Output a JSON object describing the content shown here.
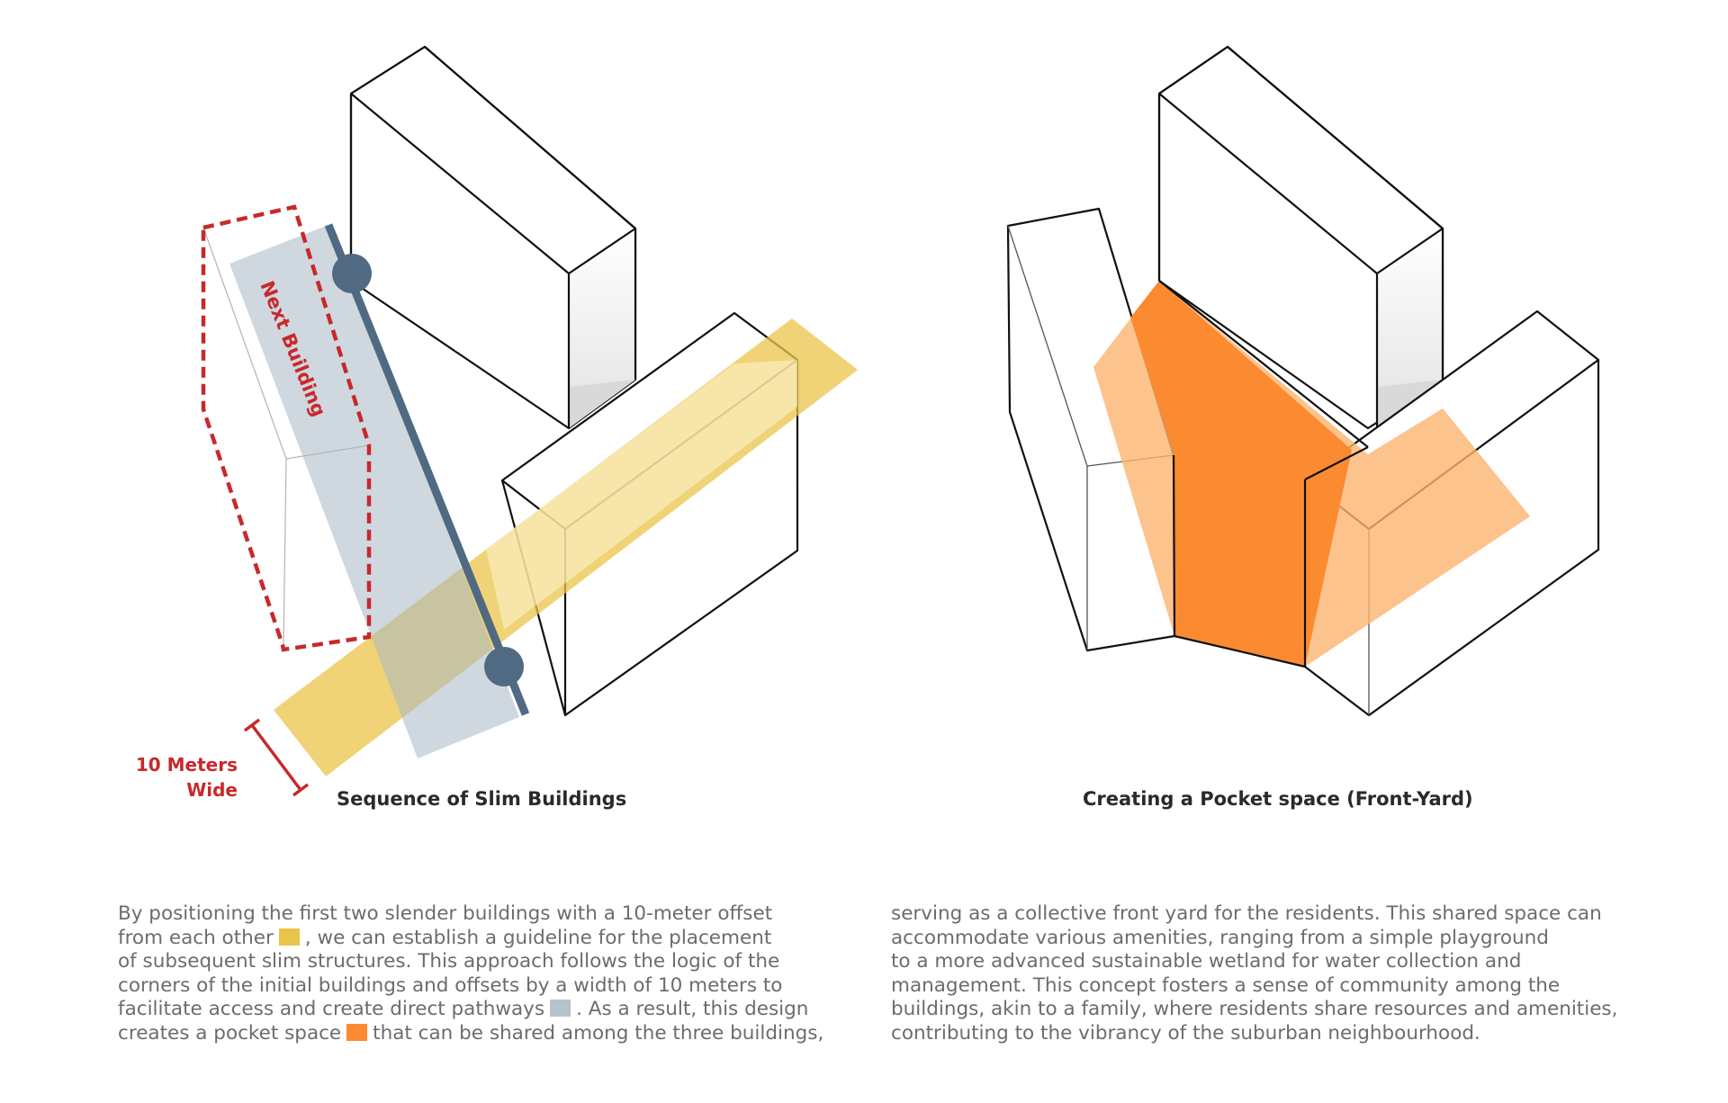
{
  "diagram_left": {
    "caption": "Sequence of Slim Buildings",
    "next_building_label": "Next Building",
    "dimension_label_line1": "10 Meters",
    "dimension_label_line2": "Wide"
  },
  "diagram_right": {
    "caption": "Creating a Pocket space (Front-Yard)"
  },
  "colors": {
    "offset_strip": "#e9c448",
    "pathway": "#b5c3cd",
    "pathway_line": "#4f6a82",
    "pocket_space": "#fb8a31",
    "pocket_light": "#fcbe80",
    "annotation_red": "#c8282c"
  },
  "legend_icons": [
    "yellow-offset-swatch",
    "grey-pathway-swatch",
    "orange-pocket-swatch"
  ],
  "text_left": {
    "line1": "By positioning the first two slender buildings with a 10-meter offset",
    "line2a": "from each other",
    "line2b": ", we can establish a guideline for the placement",
    "line3": "of subsequent slim structures. This approach follows the logic of the",
    "line4": "corners of the initial buildings and offsets by a width of 10 meters to",
    "line5a": "facilitate access and create direct pathways",
    "line5b": ". As a result, this design",
    "line6a": "creates a pocket space",
    "line6b": "that can be shared among the three buildings,"
  },
  "text_right": {
    "line1": "serving as a collective front yard for the residents. This shared space can",
    "line2": "accommodate various amenities, ranging from a simple playground",
    "line3": "to a more advanced sustainable wetland for water collection and",
    "line4": "management. This concept fosters a sense of community among the",
    "line5": "buildings, akin to a family, where residents share resources and amenities,",
    "line6": "contributing to the vibrancy of the suburban neighbourhood."
  }
}
